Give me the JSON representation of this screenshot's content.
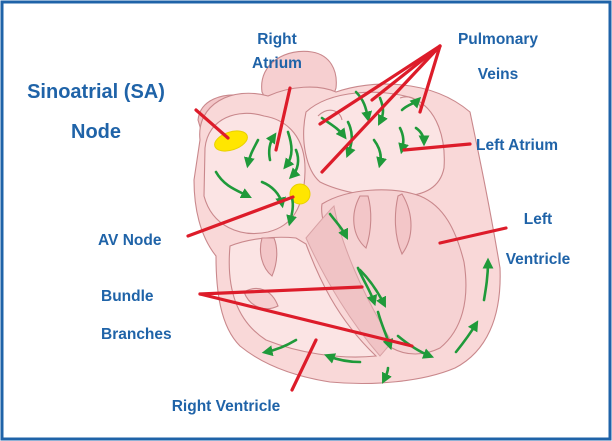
{
  "labels": {
    "sa_node_line1": "Sinoatrial (SA)",
    "sa_node_line2": "Node",
    "right_atrium_line1": "Right",
    "right_atrium_line2": "Atrium",
    "pulmonary_veins_line1": "Pulmonary",
    "pulmonary_veins_line2": "Veins",
    "left_atrium": "Left Atrium",
    "av_node": "AV Node",
    "left_ventricle_line1": "Left",
    "left_ventricle_line2": "Ventricle",
    "bundle_branches_line1": "Bundle",
    "bundle_branches_line2": "Branches",
    "right_ventricle": "Right Ventricle"
  },
  "colors": {
    "frame": "#1f63a8",
    "label_text": "#1f63a8",
    "leader_lines": "#dd1c2a",
    "heart_tissue": "#f9d8d8",
    "heart_outline": "#c9888c",
    "signal_arrows": "#1f9a3a",
    "nodes": "#ffe600"
  }
}
